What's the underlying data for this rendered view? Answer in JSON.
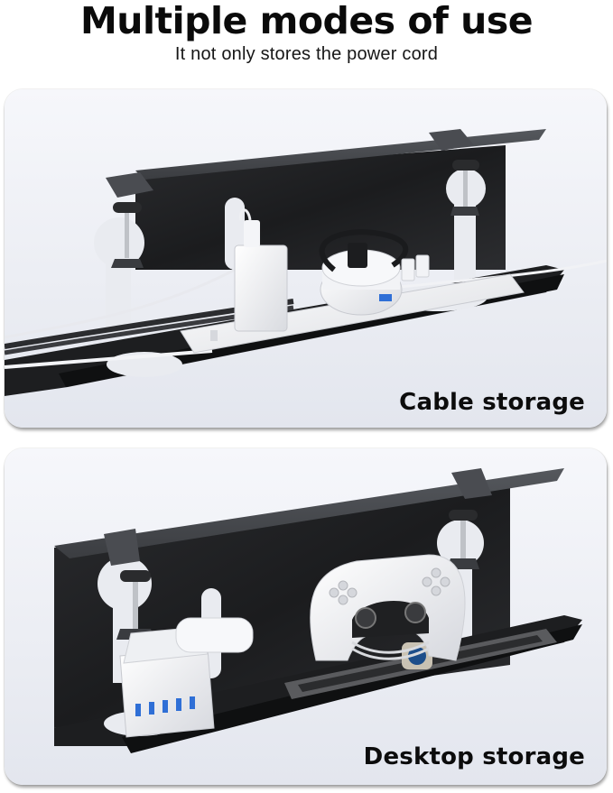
{
  "header": {
    "title": "Multiple modes of use",
    "subtitle": "It not only stores the power cord"
  },
  "panels": [
    {
      "label": "Cable storage",
      "contents": [
        "power-strip",
        "wall-charger",
        "round-usb-hub",
        "cables"
      ]
    },
    {
      "label": "Desktop storage",
      "contents": [
        "usb-charging-station",
        "earbuds-case",
        "game-controller",
        "smartwatch",
        "felt-mat",
        "coiled-cable"
      ]
    }
  ],
  "colors": {
    "tray_metal": "#1f2022",
    "tray_lip": "#3a3c40",
    "panel_bg": "#e8eaf0",
    "usb_blue": "#2f6fd6"
  }
}
